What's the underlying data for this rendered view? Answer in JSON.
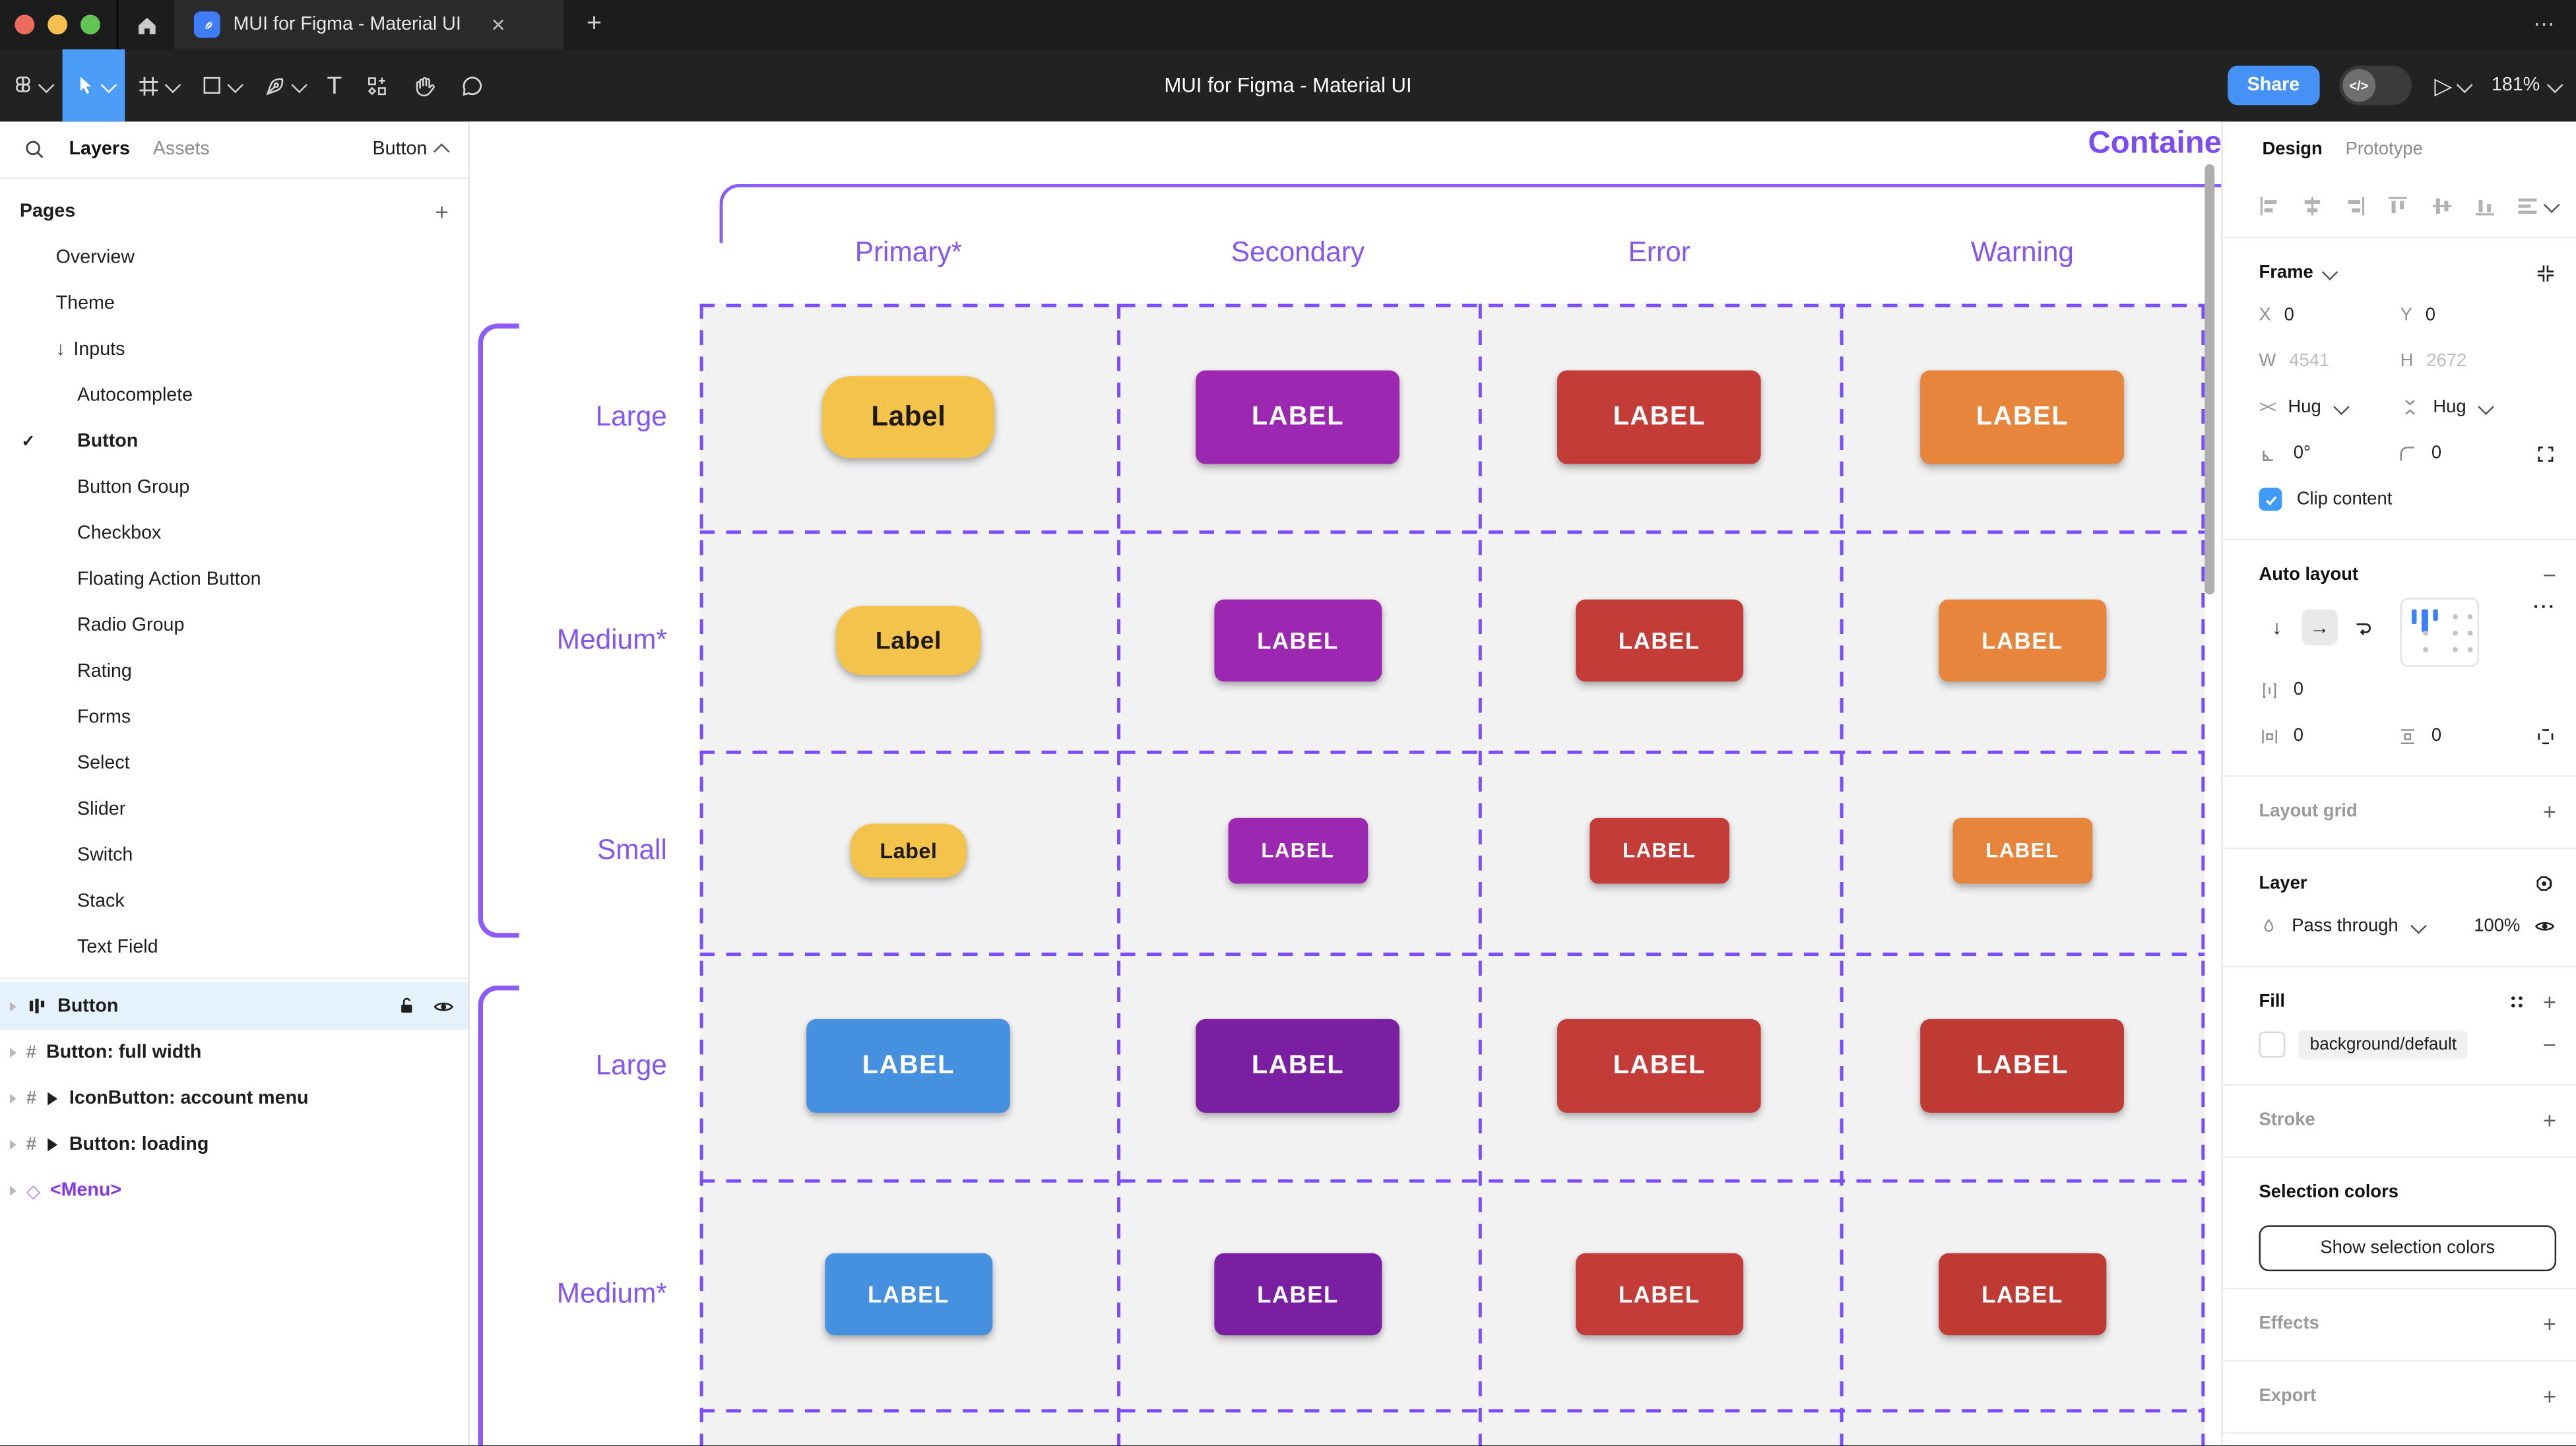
{
  "window": {
    "tab_title": "MUI for Figma - Material UI",
    "close_tab": "✕",
    "new_tab": "+",
    "overflow_menu": "⋯"
  },
  "toolbar": {
    "document_title": "MUI for Figma - Material UI",
    "share_label": "Share",
    "dev_mode_label": "</>",
    "present_icon": "▷",
    "zoom_level": "181%",
    "text_tool_label": "T",
    "accent_blue": "#4c9df7"
  },
  "sidebar": {
    "tabs": {
      "layers": "Layers",
      "assets": "Assets"
    },
    "page_selector": "Button",
    "pages_header": "Pages",
    "pages_add": "+",
    "check": "✓",
    "inputs_prefix": "↓",
    "pages": [
      {
        "label": "Overview"
      },
      {
        "label": "Theme"
      },
      {
        "label": "Inputs"
      },
      {
        "label": "Autocomplete"
      },
      {
        "label": "Button"
      },
      {
        "label": "Button Group"
      },
      {
        "label": "Checkbox"
      },
      {
        "label": "Floating Action Button"
      },
      {
        "label": "Radio Group"
      },
      {
        "label": "Rating"
      },
      {
        "label": "Forms"
      },
      {
        "label": "Select"
      },
      {
        "label": "Slider"
      },
      {
        "label": "Switch"
      },
      {
        "label": "Stack"
      },
      {
        "label": "Text Field"
      }
    ],
    "layers": [
      {
        "label": "Button"
      },
      {
        "label": "Button: full width"
      },
      {
        "label": "IconButton: account menu"
      },
      {
        "label": "Button: loading"
      },
      {
        "label": "<Menu>"
      }
    ],
    "diamond": "◇"
  },
  "canvas": {
    "frame_title": "Contained",
    "accent": "#7c4dff",
    "columns": [
      "Primary*",
      "Secondary",
      "Error",
      "Warning"
    ],
    "row_labels": [
      "Large",
      "Medium*",
      "Small",
      "Large",
      "Medium*"
    ],
    "grid": [
      {
        "buttons": [
          {
            "text": "Label",
            "bg": "#F3C34B",
            "fg": "#1F1A0E",
            "radius": "18px"
          },
          {
            "text": "LABEL",
            "bg": "#9C27B0",
            "fg": "#FFFFFF",
            "radius": "6px"
          },
          {
            "text": "LABEL",
            "bg": "#C33C38",
            "fg": "#FFFFFF",
            "radius": "6px"
          },
          {
            "text": "LABEL",
            "bg": "#E8853C",
            "fg": "#FFFFFF",
            "radius": "6px"
          }
        ]
      },
      {
        "buttons": [
          {
            "text": "Label",
            "bg": "#F3C34B",
            "fg": "#1F1A0E",
            "radius": "16px"
          },
          {
            "text": "LABEL",
            "bg": "#9C27B0",
            "fg": "#FFFFFF",
            "radius": "6px"
          },
          {
            "text": "LABEL",
            "bg": "#C33C38",
            "fg": "#FFFFFF",
            "radius": "6px"
          },
          {
            "text": "LABEL",
            "bg": "#E8853C",
            "fg": "#FFFFFF",
            "radius": "6px"
          }
        ]
      },
      {
        "buttons": [
          {
            "text": "Label",
            "bg": "#F3C34B",
            "fg": "#1F1A0E",
            "radius": "14px"
          },
          {
            "text": "LABEL",
            "bg": "#9C27B0",
            "fg": "#FFFFFF",
            "radius": "5px"
          },
          {
            "text": "LABEL",
            "bg": "#C33C38",
            "fg": "#FFFFFF",
            "radius": "5px"
          },
          {
            "text": "LABEL",
            "bg": "#E8853C",
            "fg": "#FFFFFF",
            "radius": "5px"
          }
        ]
      },
      {
        "buttons": [
          {
            "text": "LABEL",
            "bg": "#4690E0",
            "fg": "#FFFFFF",
            "radius": "6px"
          },
          {
            "text": "LABEL",
            "bg": "#7B1FA2",
            "fg": "#FFFFFF",
            "radius": "6px"
          },
          {
            "text": "LABEL",
            "bg": "#C33C38",
            "fg": "#FFFFFF",
            "radius": "6px"
          },
          {
            "text": "LABEL",
            "bg": "#BF3A33",
            "fg": "#FFFFFF",
            "radius": "6px"
          }
        ]
      },
      {
        "buttons": [
          {
            "text": "LABEL",
            "bg": "#4690E0",
            "fg": "#FFFFFF",
            "radius": "6px"
          },
          {
            "text": "LABEL",
            "bg": "#7B1FA2",
            "fg": "#FFFFFF",
            "radius": "6px"
          },
          {
            "text": "LABEL",
            "bg": "#C33C38",
            "fg": "#FFFFFF",
            "radius": "6px"
          },
          {
            "text": "LABEL",
            "bg": "#BF3A33",
            "fg": "#FFFFFF",
            "radius": "6px"
          }
        ]
      }
    ]
  },
  "inspector": {
    "tabs": {
      "design": "Design",
      "prototype": "Prototype"
    },
    "frame": {
      "title": "Frame",
      "x_label": "X",
      "x": "0",
      "y_label": "Y",
      "y": "0",
      "w_label": "W",
      "w": "4541",
      "h_label": "H",
      "h": "2672",
      "hug_h": "Hug",
      "hug_v": "Hug",
      "rotation": "0°",
      "corner_radius": "0",
      "clip_label": "Clip content"
    },
    "auto_layout": {
      "title": "Auto layout",
      "down_arrow": "↓",
      "right_arrow": "→",
      "gap": "0",
      "padding_h": "0",
      "padding_v": "0",
      "more": "···"
    },
    "layout_grid": {
      "title": "Layout grid"
    },
    "layer": {
      "title": "Layer",
      "blend_mode": "Pass through",
      "opacity": "100%"
    },
    "fill": {
      "title": "Fill",
      "token": "background/default"
    },
    "stroke": {
      "title": "Stroke"
    },
    "selection_colors": {
      "title": "Selection colors",
      "button_label": "Show selection colors"
    },
    "effects": {
      "title": "Effects"
    },
    "export": {
      "title": "Export"
    },
    "minus": "−",
    "plus": "+"
  }
}
